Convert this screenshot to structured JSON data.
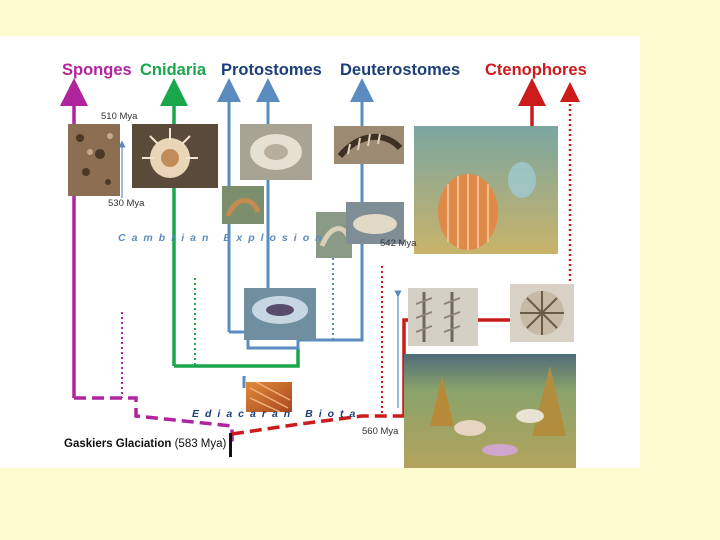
{
  "clades": [
    {
      "id": "sponges",
      "label": "Sponges",
      "color": "#b0259e"
    },
    {
      "id": "cnidaria",
      "label": "Cnidaria",
      "color": "#1aa64a"
    },
    {
      "id": "protostomes",
      "label": "Protostomes",
      "color": "#1c3f7a"
    },
    {
      "id": "deuterostomes",
      "label": "Deuterostomes",
      "color": "#1c3f7a"
    },
    {
      "id": "ctenophores",
      "label": "Ctenophores",
      "color": "#cc1b1b"
    }
  ],
  "branch_colors": {
    "sponge": "#b0259e",
    "cnidaria": "#1aa64a",
    "bilateria": "#5b8cc0",
    "ctenophore": "#cc1b1b"
  },
  "dates": {
    "mya_510": "510 Mya",
    "mya_530": "530 Mya",
    "mya_542": "542 Mya",
    "mya_560": "560 Mya"
  },
  "eras": {
    "cambrian": "Cambrian Explosion",
    "ediacaran": "Ediacaran Biota"
  },
  "glaciation": {
    "name": "Gaskiers Glaciation",
    "date": "(583 Mya)"
  }
}
